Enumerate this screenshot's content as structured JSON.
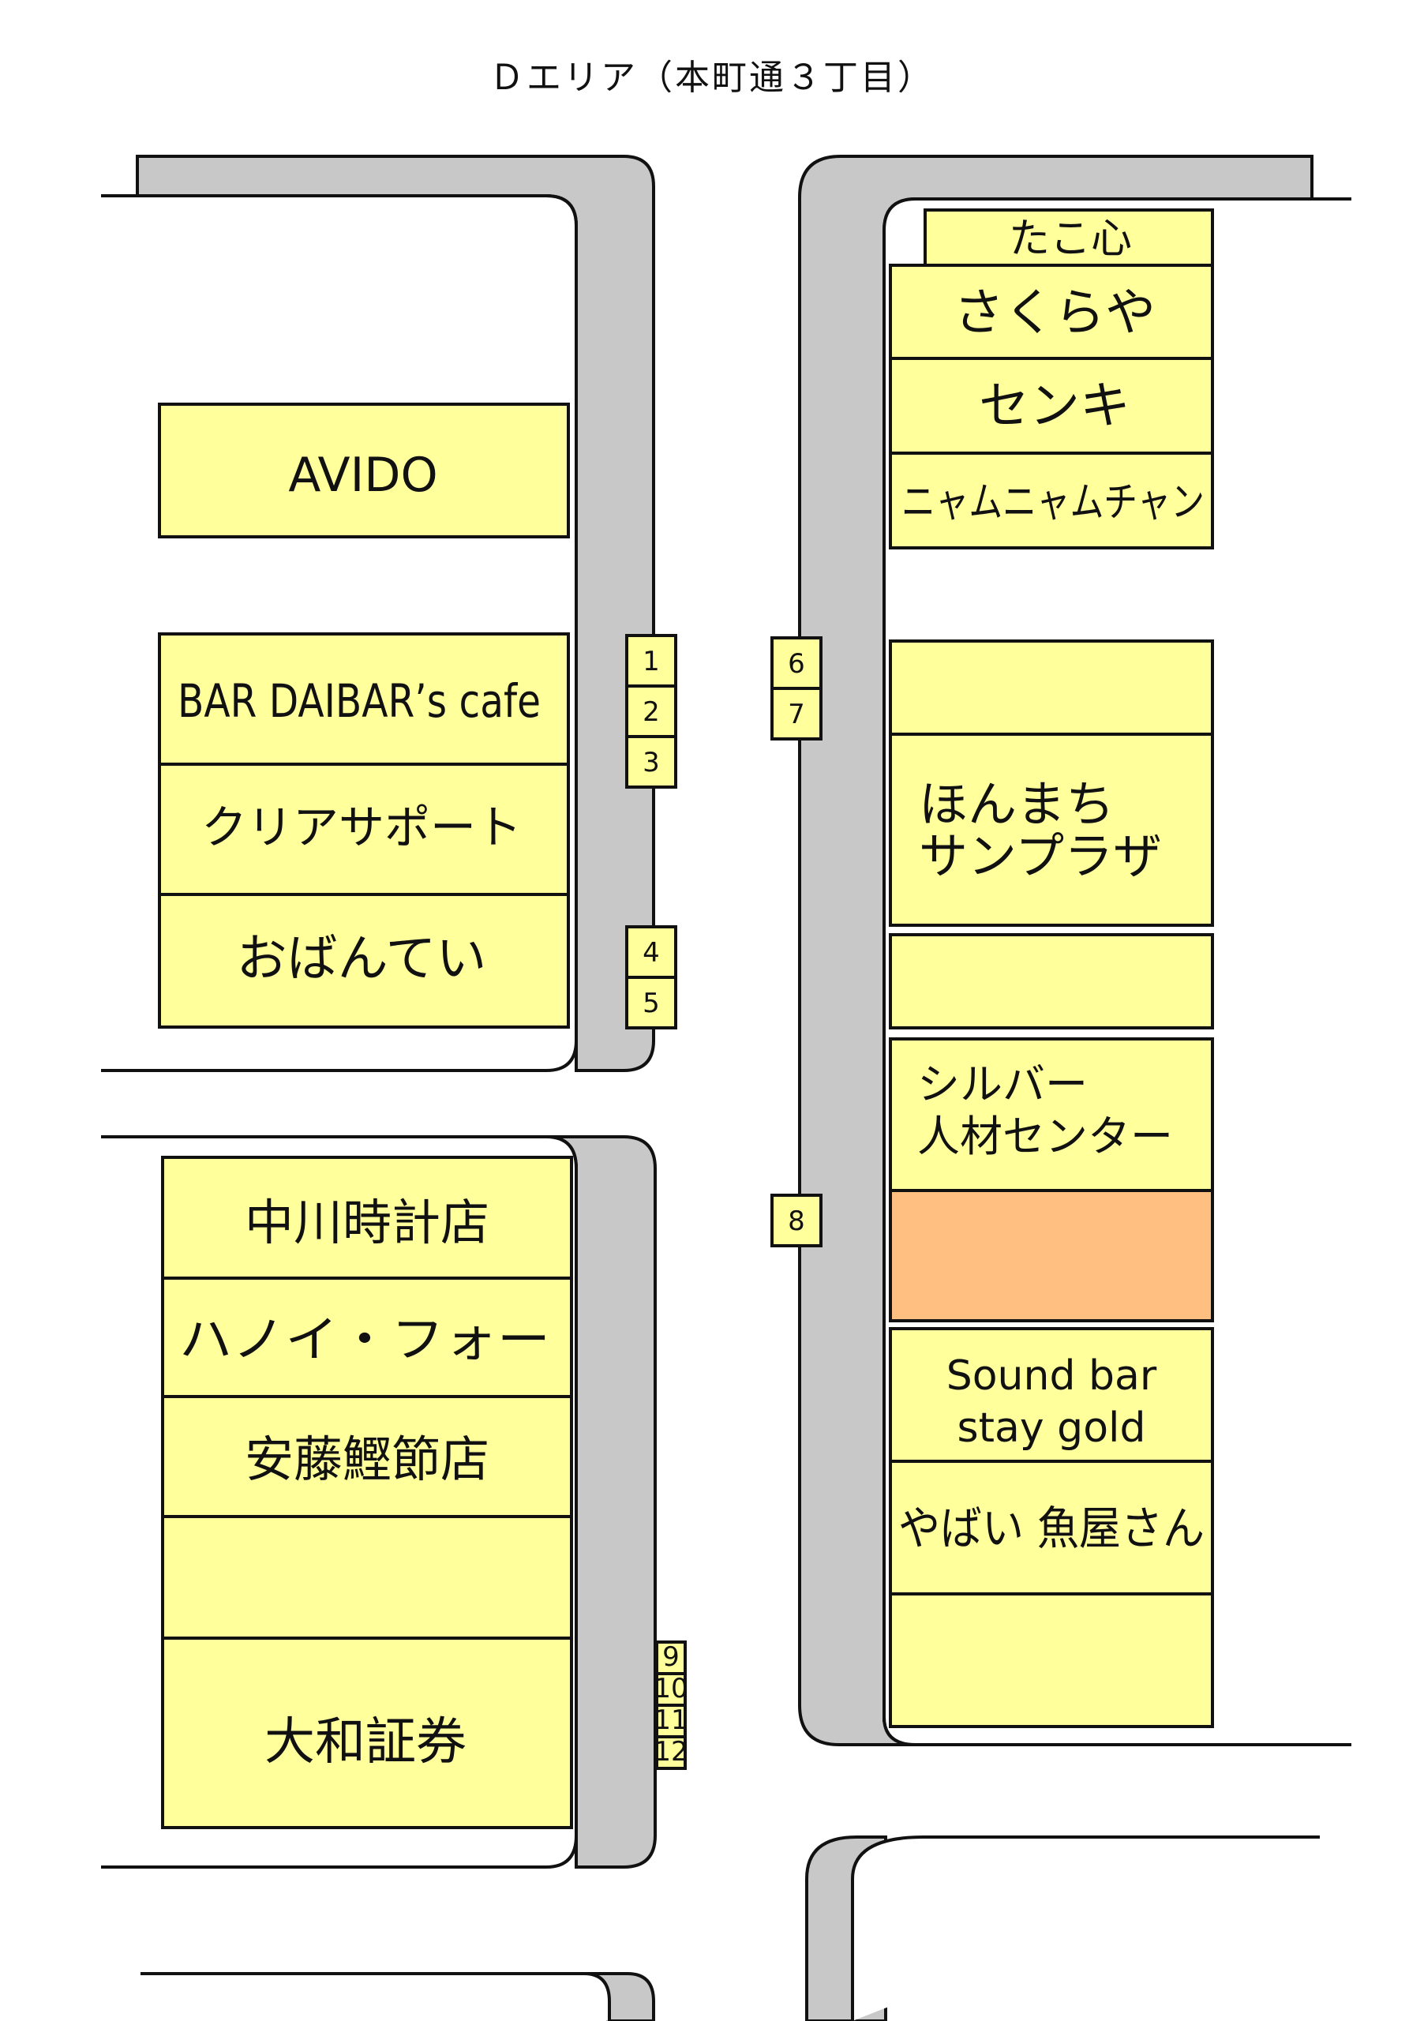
{
  "title": "Ｄエリア（本町通３丁目）",
  "colors": {
    "shop_fill": "#ffff9c",
    "vacant_orange": "#ffbf80",
    "street_gray": "#c8c8c8",
    "outline": "#111111"
  },
  "shops": {
    "takoshin": "たこ心",
    "sakuraya": "さくらや",
    "senki": "センキ",
    "nyamnyam": "ニャムニャムチャン",
    "avido": "AVIDO",
    "bar_daibar": "BAR DAIBAR’s cafe",
    "clear_support": "クリアサポート",
    "obantei": "おばんてい",
    "honmachi": [
      "ほんまち",
      "サンプラザ"
    ],
    "silver": [
      "シルバー",
      "人材センター"
    ],
    "nakagawa": "中川時計店",
    "hanoi": "ハノイ・フォー",
    "ando": "安藤鰹節店",
    "daiwa": "大和証券",
    "sound_bar": [
      "Sound bar",
      "stay gold"
    ],
    "yabai": "やばい 魚屋さん"
  },
  "markers": [
    "1",
    "2",
    "3",
    "4",
    "5",
    "6",
    "7",
    "8",
    "9",
    "10",
    "11",
    "12"
  ]
}
